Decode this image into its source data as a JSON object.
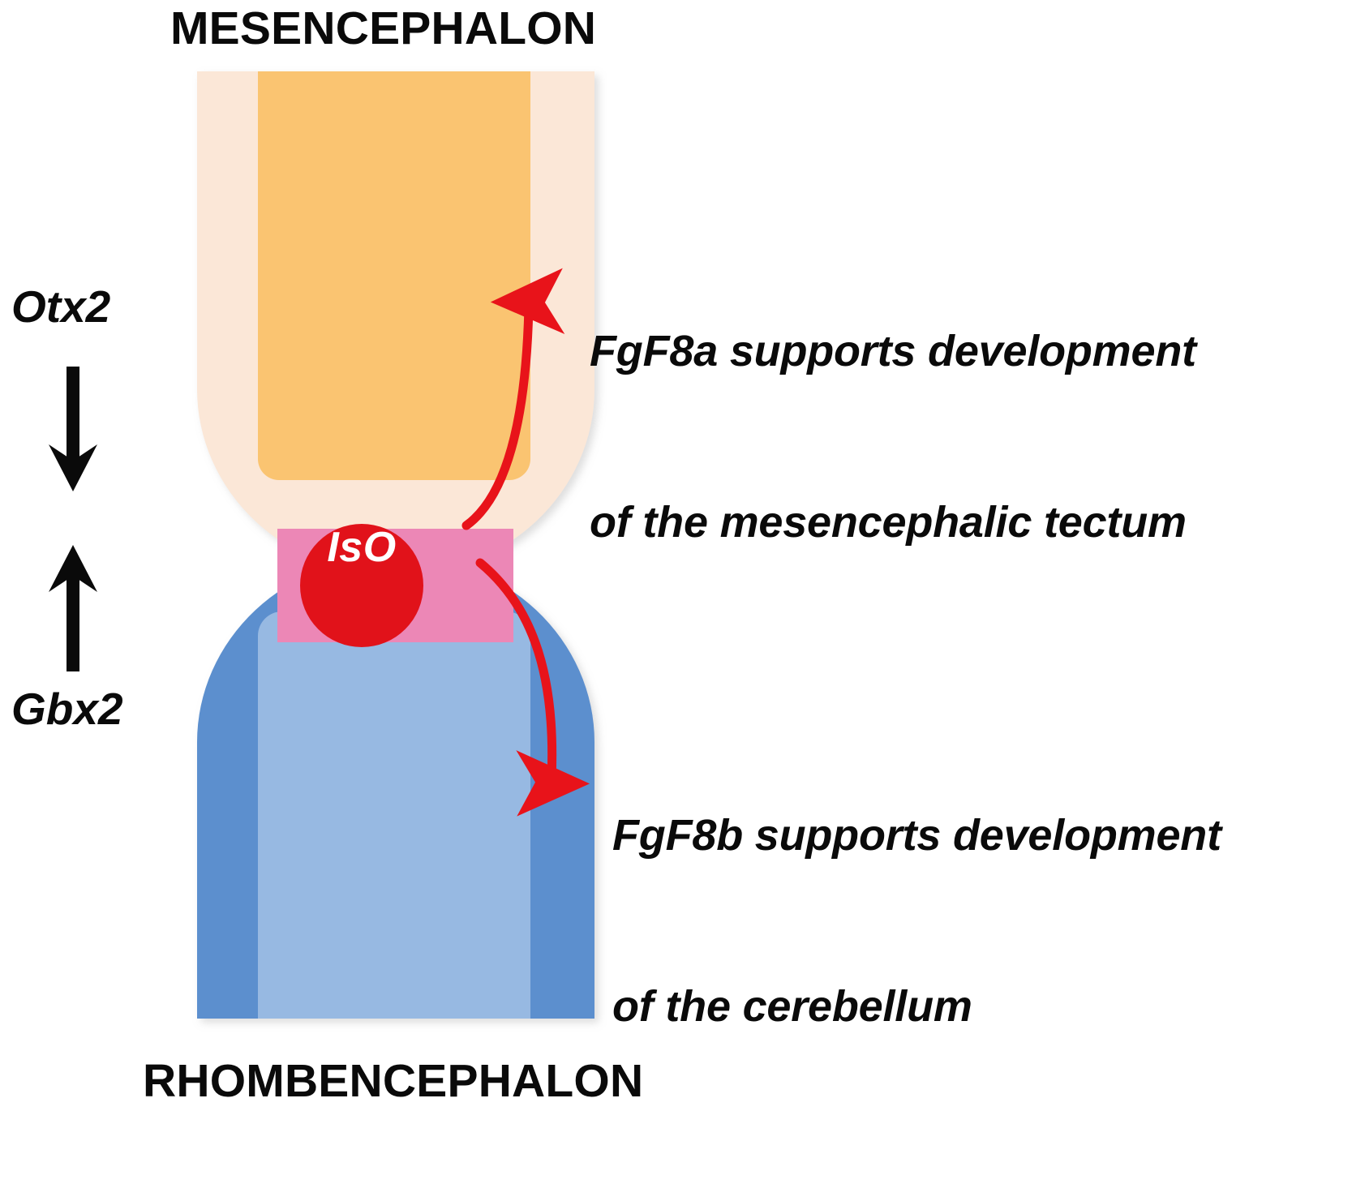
{
  "figure": {
    "titles": {
      "top": "MESENCEPHALON",
      "bottom": "RHOMBENCEPHALON"
    },
    "genes": {
      "upper": "Otx2",
      "lower": "Gbx2"
    },
    "organizer": {
      "label": "IsO",
      "band_color": "#ec87b6",
      "badge_color": "#e1121a"
    },
    "annotations": {
      "upper": {
        "line1": "FgF8a supports development",
        "line2": "of the mesencephalic tectum"
      },
      "lower": {
        "line1": "FgF8b supports development",
        "line2": "of the cerebellum"
      }
    },
    "colors": {
      "mesencephalon_outer": "#fbe7d7",
      "mesencephalon_inner": "#fac471",
      "rhombencephalon_outer": "#5b8fce",
      "rhombencephalon_inner": "#97b9e2",
      "arrow_red": "#e8131a",
      "text": "#0a0a0a",
      "background": "#ffffff"
    },
    "icons": {
      "gene_arrow_down": "arrow-down-icon",
      "gene_arrow_up": "arrow-up-icon",
      "signal_arrow_up": "curved-arrow-up-icon",
      "signal_arrow_down": "curved-arrow-down-icon"
    }
  }
}
